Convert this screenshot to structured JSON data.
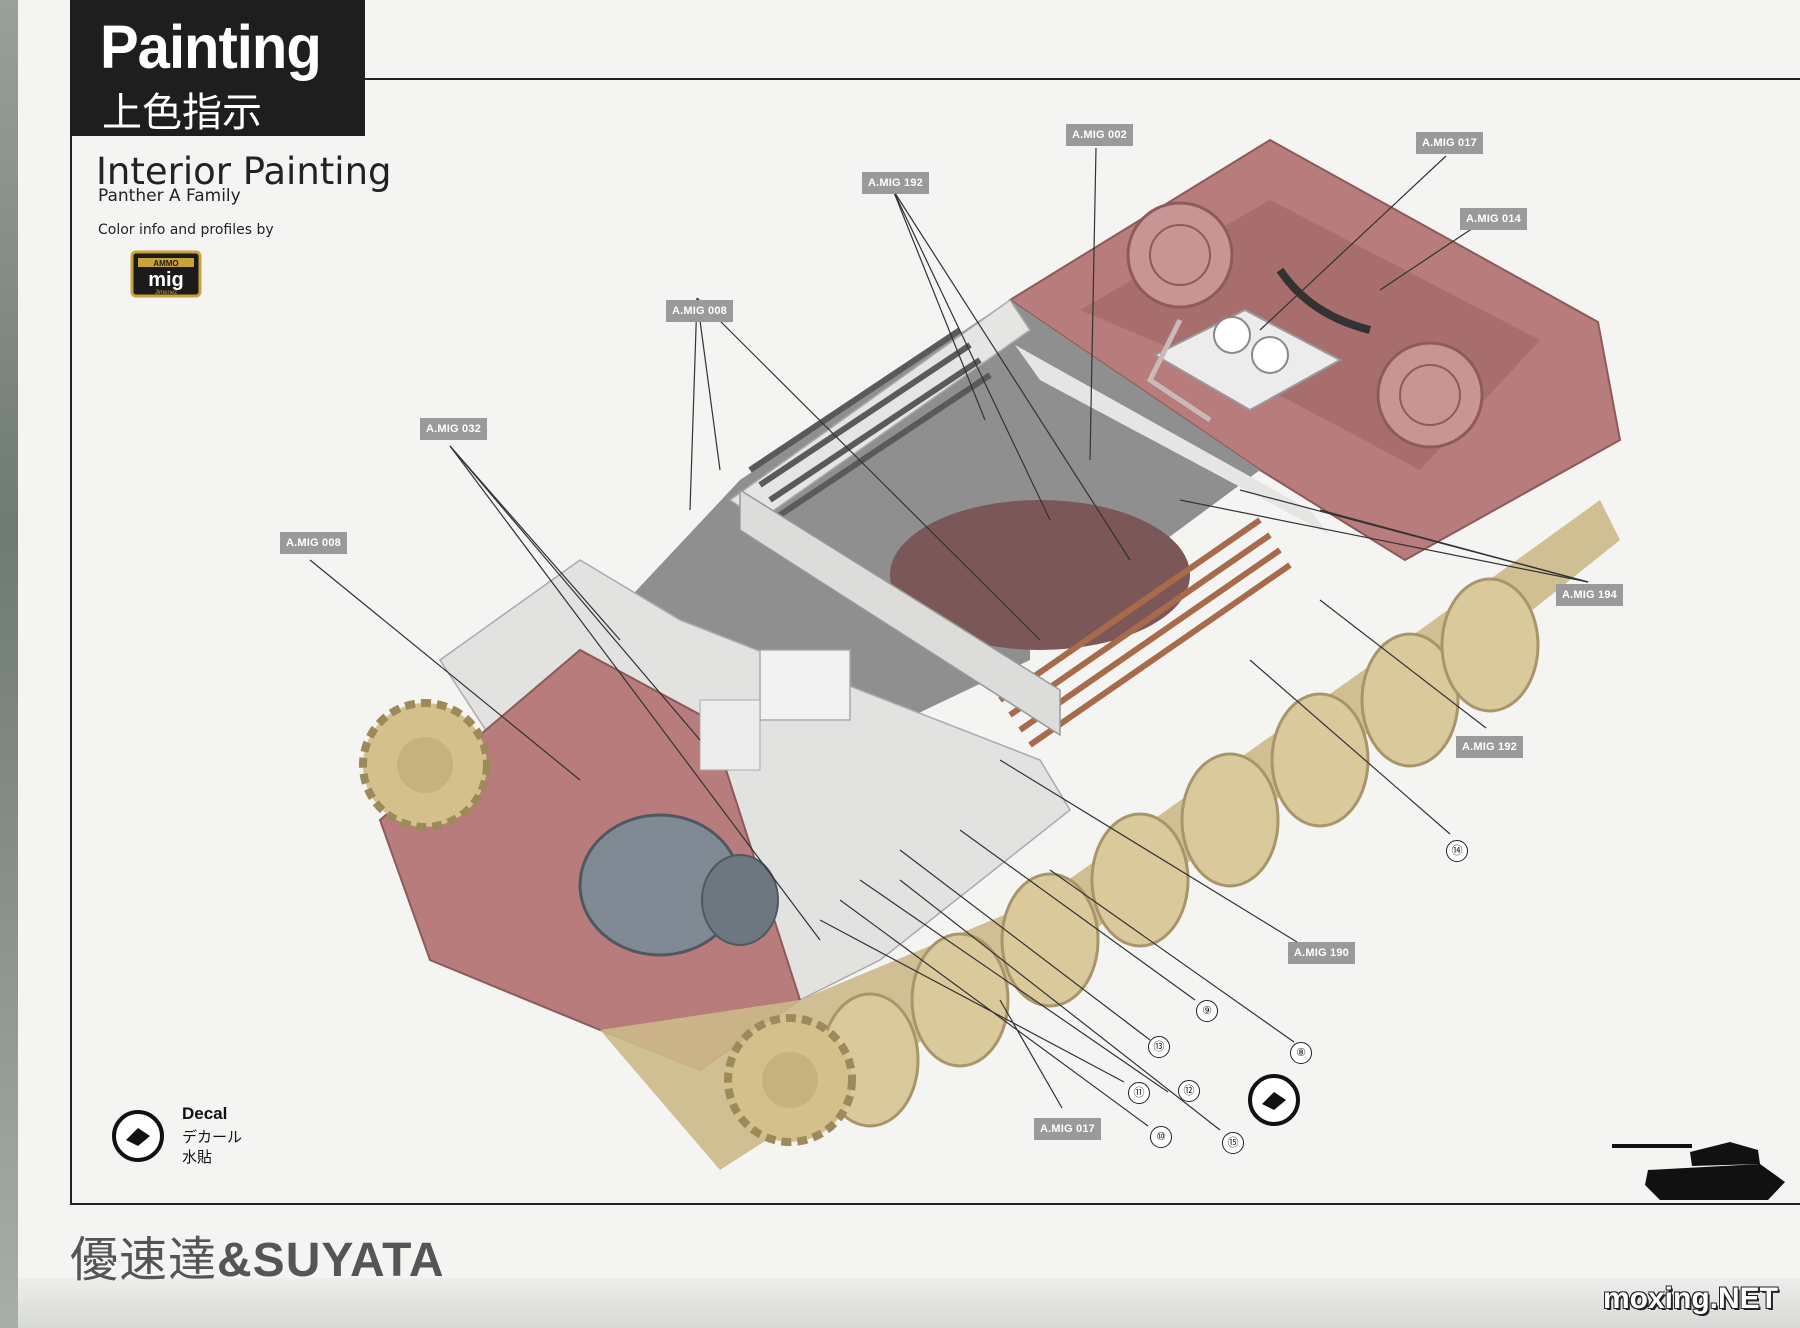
{
  "header": {
    "title_en": "Painting",
    "title_cn": "上色指示",
    "subtitle": "Interior Painting",
    "model": "Panther A Family",
    "credit": "Color info and profiles by"
  },
  "logo": {
    "top_text": "AMMO",
    "main_text": "mig",
    "bottom_text": "Jimenez"
  },
  "callouts": {
    "amig002": "A.MIG 002",
    "amig017_top": "A.MIG 017",
    "amig014": "A.MIG 014",
    "amig192_top": "A.MIG 192",
    "amig008_a": "A.MIG 008",
    "amig032": "A.MIG 032",
    "amig008_b": "A.MIG 008",
    "amig194": "A.MIG 194",
    "amig192_right": "A.MIG 192",
    "amig190": "A.MIG 190",
    "amig017_bottom": "A.MIG 017"
  },
  "numbers": {
    "n14": "⑭",
    "n9": "⑨",
    "n8": "⑧",
    "n13": "⑬",
    "n12": "⑫",
    "n11": "⑪",
    "n10": "⑩",
    "n15": "⑮"
  },
  "decal": {
    "label": "Decal",
    "jp": "デカール",
    "cn": "水貼"
  },
  "footer": {
    "brand_cn": "優速達",
    "brand_en": "&SUYATA",
    "watermark": "moxing.NET"
  },
  "colors": {
    "hull_red": "#b87878",
    "road_wheel": "#d8c89a",
    "interior_white": "#e4e4e2",
    "callout_gray": "#9a9a9a"
  }
}
